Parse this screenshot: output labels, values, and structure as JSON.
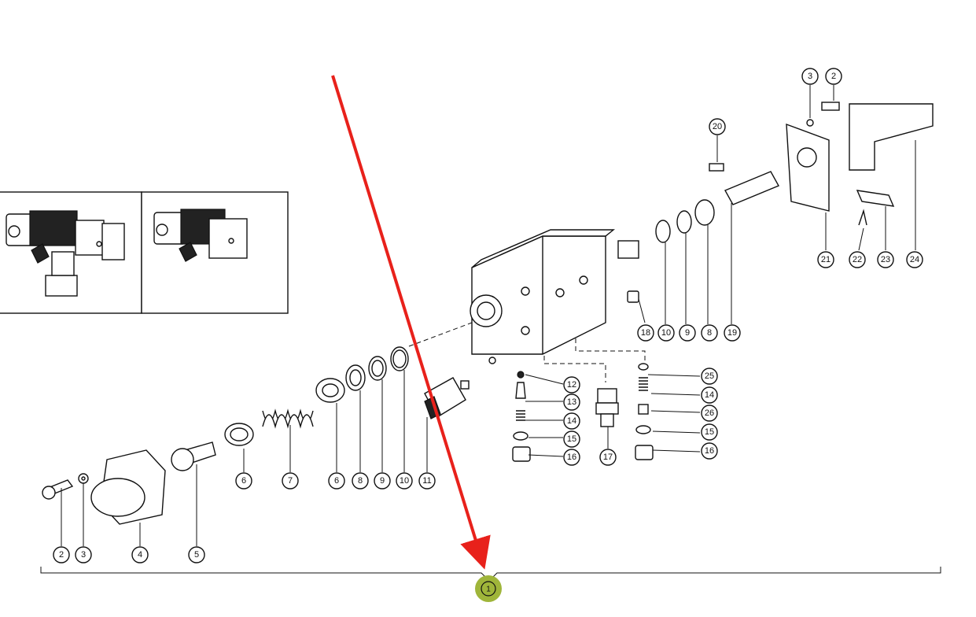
{
  "diagram": {
    "highlight_color": "#9fb53a",
    "arrow_color": "#e8211b",
    "main_callout": "1",
    "callouts": {
      "c2a": "2",
      "c3a": "3",
      "c4": "4",
      "c5": "5",
      "c6a": "6",
      "c7": "7",
      "c6b": "6",
      "c8a": "8",
      "c9a": "9",
      "c10a": "10",
      "c11": "11",
      "c12": "12",
      "c13": "13",
      "c14a": "14",
      "c15a": "15",
      "c16a": "16",
      "c17": "17",
      "c18": "18",
      "c10b": "10",
      "c9b": "9",
      "c8b": "8",
      "c19": "19",
      "c20": "20",
      "c3b": "3",
      "c2b": "2",
      "c21": "21",
      "c22": "22",
      "c23": "23",
      "c24": "24",
      "c25": "25",
      "c14b": "14",
      "c26": "26",
      "c15b": "15",
      "c16b": "16"
    }
  }
}
